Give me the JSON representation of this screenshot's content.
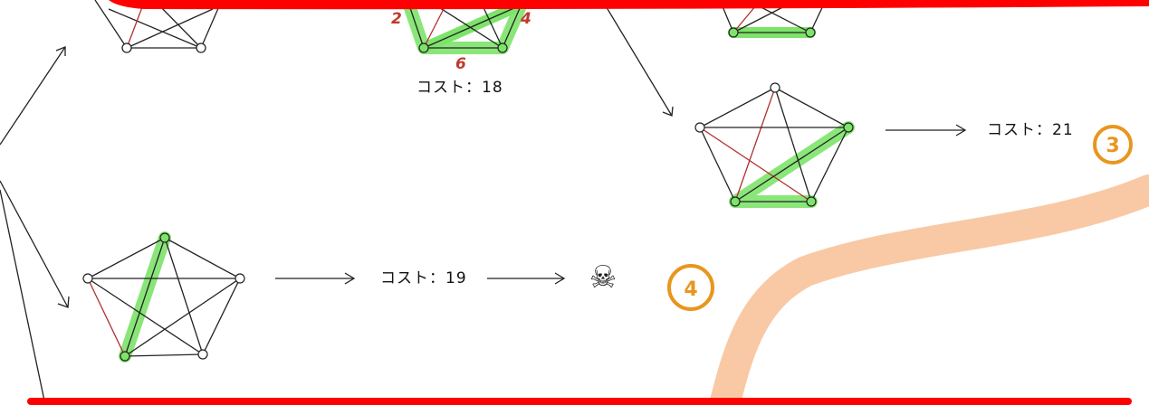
{
  "diagram": {
    "cost_labels": {
      "top_center": "コスト：18",
      "right_pentagon": "コスト：21",
      "bottom_left": "コスト：19"
    },
    "edge_weights": {
      "left": "2",
      "right": "4",
      "bottom": "6"
    },
    "step_markers": {
      "three": "3",
      "four": "4"
    },
    "skull_icon": "☠",
    "colors": {
      "banner": "#ff0000",
      "highlight": "#7de36a",
      "orange_stroke": "#f8c9a4",
      "step_circle": "#e8961e",
      "weight_text": "#c0392b"
    }
  }
}
